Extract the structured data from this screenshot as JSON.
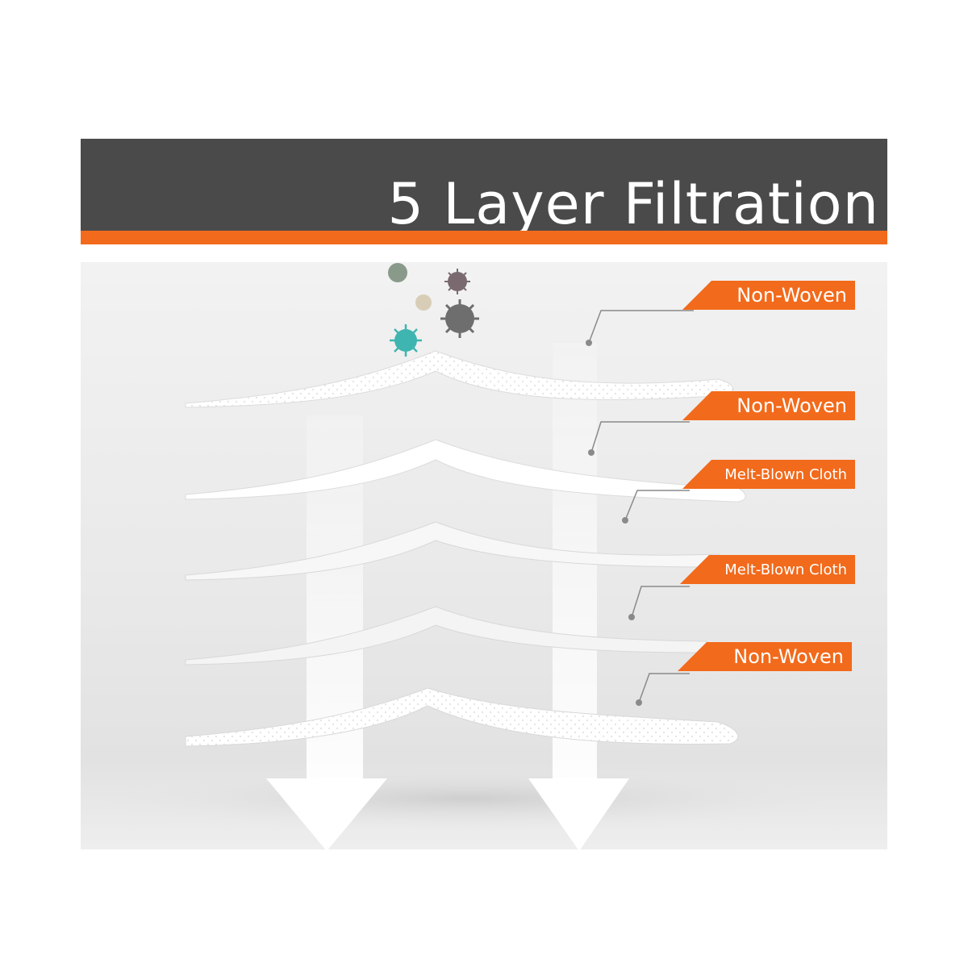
{
  "title": "5 Layer Filtration",
  "layers": [
    {
      "label": "Non-Woven"
    },
    {
      "label": "Non-Woven"
    },
    {
      "label": "Melt-Blown Cloth"
    },
    {
      "label": "Melt-Blown Cloth"
    },
    {
      "label": "Non-Woven"
    }
  ],
  "colors": {
    "header": "#4a4a4a",
    "accent": "#f26a1b",
    "virus": "#3fb5b0",
    "particle_gray": "#6e6e6e",
    "particle_green": "#8a9a8a",
    "particle_beige": "#d8cdb6"
  }
}
